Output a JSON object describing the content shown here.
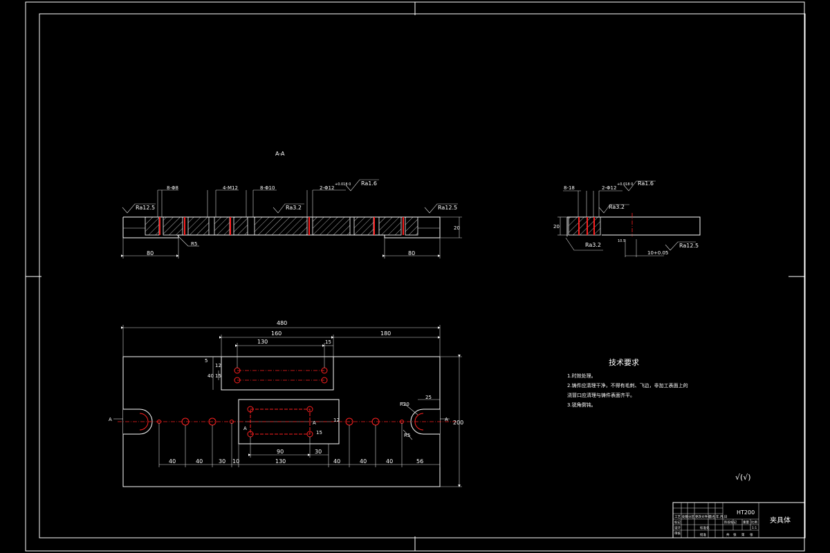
{
  "section_label": "A-A",
  "sectionA": {
    "callouts": [
      "8-Φ8",
      "4-M12",
      "8-Φ10",
      "2-Φ12"
    ],
    "callout_tolerance": "+0.018 0",
    "ra_top_right": "Ra1.6",
    "ra_left": "Ra12.5",
    "ra_mid": "Ra3.2",
    "ra_right": "Ra12.5",
    "r5": "R5",
    "dim_left": "80",
    "dim_right": "80",
    "dim_height": "20"
  },
  "sectionB": {
    "callout_left": "8-18",
    "callout_right": "2-Φ12",
    "callout_tolerance": "+0.018 0",
    "ra_top": "Ra1.6",
    "ra_mid": "Ra3.2",
    "ra_bottom": "Ra3.2",
    "ra_right": "Ra12.5",
    "dim_height": "20",
    "dim_small": "10.5",
    "dim_bottom": "10+0.05"
  },
  "plan": {
    "dim_total": "480",
    "dim_160": "160",
    "dim_130": "130",
    "dim_15": "15",
    "dim_180": "180",
    "dim_side_40": "40",
    "dim_side_12": "12",
    "dim_side_15": "15",
    "dim_height": "200",
    "bottom_dims": [
      "40",
      "40",
      "30",
      "10",
      "130",
      "40",
      "40",
      "40",
      "56"
    ],
    "dim_90": "90",
    "dim_30": "30",
    "dim_r20": "R20",
    "dim_25": "25",
    "dim_r5": "R5",
    "inner_dims": [
      "12",
      "15"
    ],
    "section_a_left": "A",
    "section_a_right": "A",
    "section_a_inner1": "A",
    "section_a_inner2": "A"
  },
  "tech": {
    "title": "技术要求",
    "lines": [
      "1.时效处理。",
      "2.铸件应清理干净，不得有毛刺、飞边，非加工表面上的",
      "浇冒口应清理与铸件表面齐平。",
      "3.锐角倒钝。"
    ]
  },
  "roughness_note": "√(√)",
  "title_block": {
    "material": "HT200",
    "part_name": "夹具体",
    "row_labels": [
      "标记",
      "设计",
      "审核",
      "工艺"
    ],
    "header_cells": [
      "处数",
      "分区",
      "更改文件号",
      "签名",
      "年.月.日"
    ],
    "stage_cells": [
      "阶段标记",
      "重量",
      "比例"
    ],
    "sheet_cells": [
      "共",
      "张",
      "第",
      "张"
    ],
    "std_cell": "标准化",
    "approve_cell": "批准",
    "scale_cell": "1:1"
  }
}
